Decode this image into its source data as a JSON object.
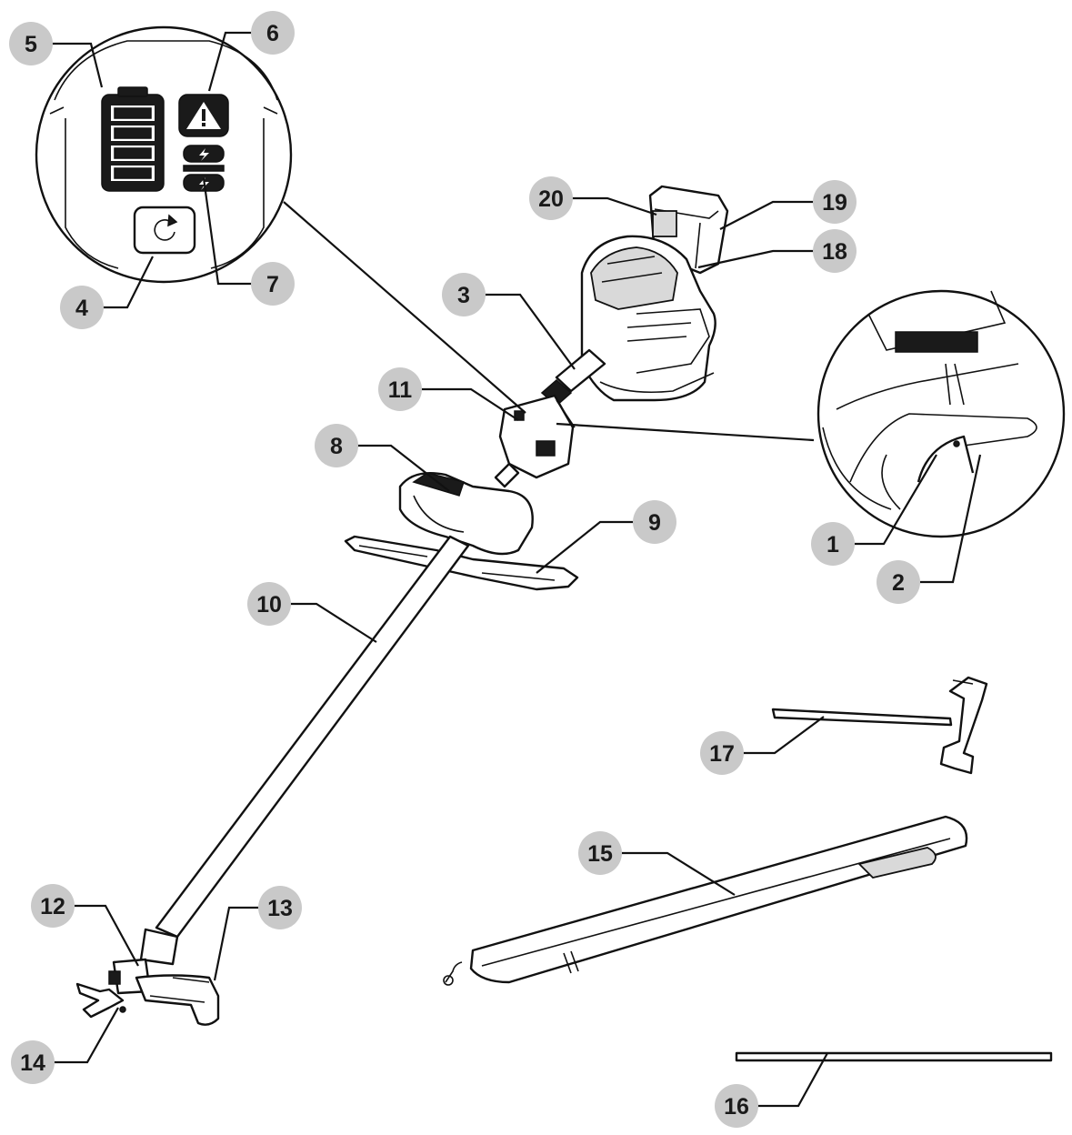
{
  "callouts": [
    {
      "id": "1",
      "label": "1"
    },
    {
      "id": "2",
      "label": "2"
    },
    {
      "id": "3",
      "label": "3"
    },
    {
      "id": "4",
      "label": "4"
    },
    {
      "id": "5",
      "label": "5"
    },
    {
      "id": "6",
      "label": "6"
    },
    {
      "id": "7",
      "label": "7"
    },
    {
      "id": "8",
      "label": "8"
    },
    {
      "id": "9",
      "label": "9"
    },
    {
      "id": "10",
      "label": "10"
    },
    {
      "id": "11",
      "label": "11"
    },
    {
      "id": "12",
      "label": "12"
    },
    {
      "id": "13",
      "label": "13"
    },
    {
      "id": "14",
      "label": "14"
    },
    {
      "id": "15",
      "label": "15"
    },
    {
      "id": "16",
      "label": "16"
    },
    {
      "id": "17",
      "label": "17"
    },
    {
      "id": "18",
      "label": "18"
    },
    {
      "id": "19",
      "label": "19"
    },
    {
      "id": "20",
      "label": "20"
    }
  ],
  "icons": {
    "battery": "battery-level-icon",
    "warning": "warning-triangle-icon",
    "charging": "battery-charging-icon",
    "mode_button": "mode-switch-icon"
  },
  "colors": {
    "line": "#111111",
    "callout_fill": "#c9c9c9",
    "background": "#ffffff"
  }
}
